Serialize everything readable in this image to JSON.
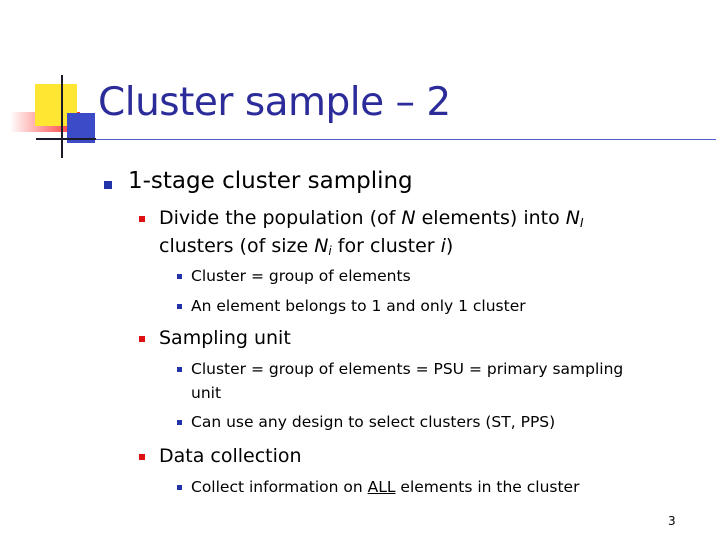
{
  "title": "Cluster sample – 2",
  "bullets": {
    "l1": "1-stage cluster sampling",
    "divide": {
      "t1": "Divide the population (of ",
      "N": "N",
      "t2": " elements) into ",
      "NI": "N",
      "I": "I",
      "t3": "clusters (of size ",
      "Ni": "N",
      "i_sub": "i",
      "t4": "  for cluster ",
      "i": "i",
      "t5": ")"
    },
    "cluster_def": "Cluster = group of elements",
    "belongs": "An element belongs to 1 and only 1 cluster",
    "sampling_unit": "Sampling unit",
    "psu_line1": "Cluster = group of elements = PSU = primary sampling",
    "psu_line2": "unit",
    "design": "Can use any design to select clusters (ST, PPS)",
    "data_collection": "Data collection",
    "collect": {
      "t1": "Collect information on ",
      "all": "ALL",
      "t2": " elements in the cluster"
    }
  },
  "page_number": "3",
  "colors": {
    "title": "#2b2b9a",
    "bullet_blue": "#2233aa",
    "bullet_red": "#dd1111",
    "deco_yellow": "#ffe632",
    "deco_blue": "#3c4cc8",
    "deco_red": "#ff2a2a"
  }
}
